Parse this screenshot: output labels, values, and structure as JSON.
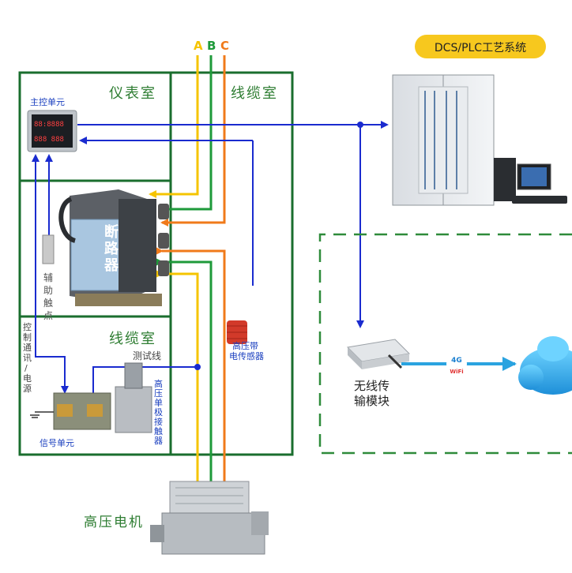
{
  "phases": [
    "A",
    "B",
    "C"
  ],
  "phase_colors": {
    "A": "#f5c400",
    "B": "#1e9a3a",
    "C": "#f07a1a"
  },
  "line_blue": "#1a2bcf",
  "frame_green": "#1a6e2e",
  "rooms": {
    "instrument": "仪表室",
    "cable_top": "线缆室",
    "cable_bottom": "线缆室"
  },
  "dcs_badge": "DCS/PLC工艺系统",
  "labels": {
    "main_control": "主控单元",
    "breaker": [
      "断",
      "路",
      "器"
    ],
    "aux_contact": [
      "辅",
      "助",
      "触",
      "点"
    ],
    "control_comm": [
      "控",
      "制",
      "通",
      "讯",
      "/",
      "电",
      "源"
    ],
    "test_line": "测试线",
    "hv_sensor": [
      "高压带",
      "电传感器"
    ],
    "hv_contactor": [
      "高",
      "压",
      "单",
      "极",
      "接",
      "触",
      "器"
    ],
    "signal_unit": "信号单元",
    "motor": "高压电机",
    "wireless": [
      "无线传",
      "输模块"
    ],
    "net_4g": "4G",
    "net_wifi": "WiFi"
  }
}
